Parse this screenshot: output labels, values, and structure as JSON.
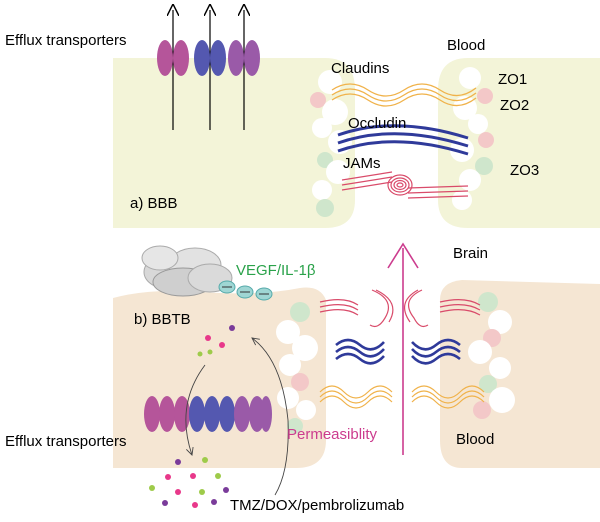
{
  "labels": {
    "efflux_top": "Efflux transporters",
    "blood_top": "Blood",
    "claudins": "Claudins",
    "occludin": "Occludin",
    "jams": "JAMs",
    "zo1": "ZO1",
    "zo2": "ZO2",
    "zo3": "ZO3",
    "bbb": "a) BBB",
    "brain": "Brain",
    "vegf": "VEGF/IL-1β",
    "bbtb": "b) BBTB",
    "permeability": "Permeasiblity",
    "blood_bottom": "Blood",
    "efflux_bottom": "Efflux transporters",
    "drugs": "TMZ/DOX/pembrolizumab"
  },
  "colors": {
    "bbb_cell": "#f3f4d8",
    "bbtb_cell": "#f5e6d3",
    "claudin": "#f0b24a",
    "occludin": "#2f3a9a",
    "jam": "#d94b6a",
    "transporter_magenta": "#b5559a",
    "transporter_blue": "#5458b0",
    "transporter_purple": "#9a5aa8",
    "vegf_text": "#2aa24a",
    "vegf_bead": "#9fd6d4",
    "permeability": "#cc3c8e",
    "pink_node": "#f3c8c8",
    "green_node": "#cfe6cc",
    "drug_pink": "#e8388a",
    "drug_purple": "#7a3b9a",
    "drug_green": "#9ecb4a"
  }
}
